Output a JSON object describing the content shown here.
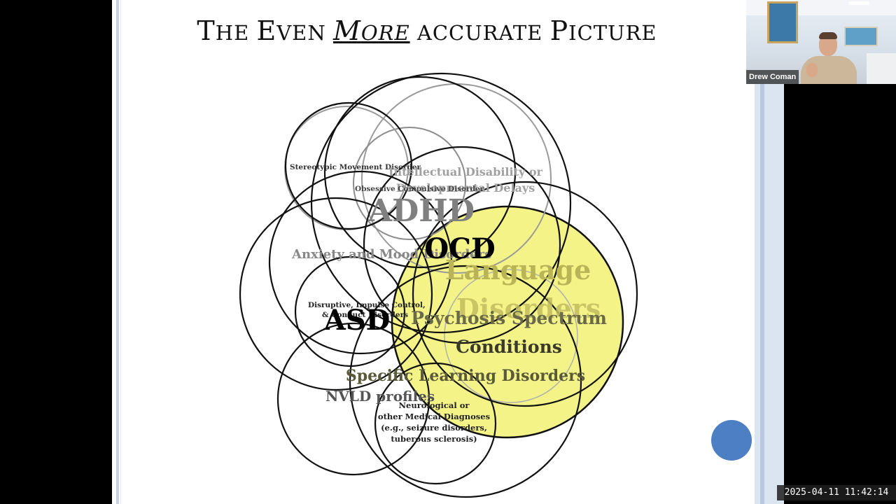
{
  "slide": {
    "title_parts": {
      "t1": "T",
      "t2": "HE ",
      "t3": "E",
      "t4": "VEN ",
      "t5": "M",
      "t6": "ORE",
      "t7": " A",
      "t8": "CCURATE ",
      "t9": "P",
      "t10": "ICTURE"
    },
    "labels": {
      "stereotypic": "Stereotypic Movement Disorder",
      "intellectual_1": "Intellectual Disability or",
      "intellectual_2": "Developmental Delays",
      "obsessive": "Obsessive Compulsive Disorder",
      "adhd": "ADHD",
      "ocd": "OCD",
      "anxiety": "Anxiety and Mood Disorders",
      "language_1": "Language",
      "language_2": "Disorders",
      "disruptive_1": "Disruptive, Impulse Control,",
      "disruptive_2": "& Conduct Disorders",
      "asd": "ASD",
      "psychosis_1": "Psychosis Spectrum",
      "psychosis_2": "Conditions",
      "specific_learning": "Specific Learning Disorders",
      "nvld": "NVLD profiles",
      "neuro_1": "Neurological or",
      "neuro_2": "other Medical Diagnoses",
      "neuro_3": "(e.g., seizure disorders,",
      "neuro_4": "tuberous sclerosis)"
    },
    "colors": {
      "language_fill": "#f0ee5a",
      "nav_dot": "#4d7fc4"
    }
  },
  "video": {
    "participant_name": "Drew Coman"
  },
  "timestamp": "2025-04-11 11:42:14"
}
